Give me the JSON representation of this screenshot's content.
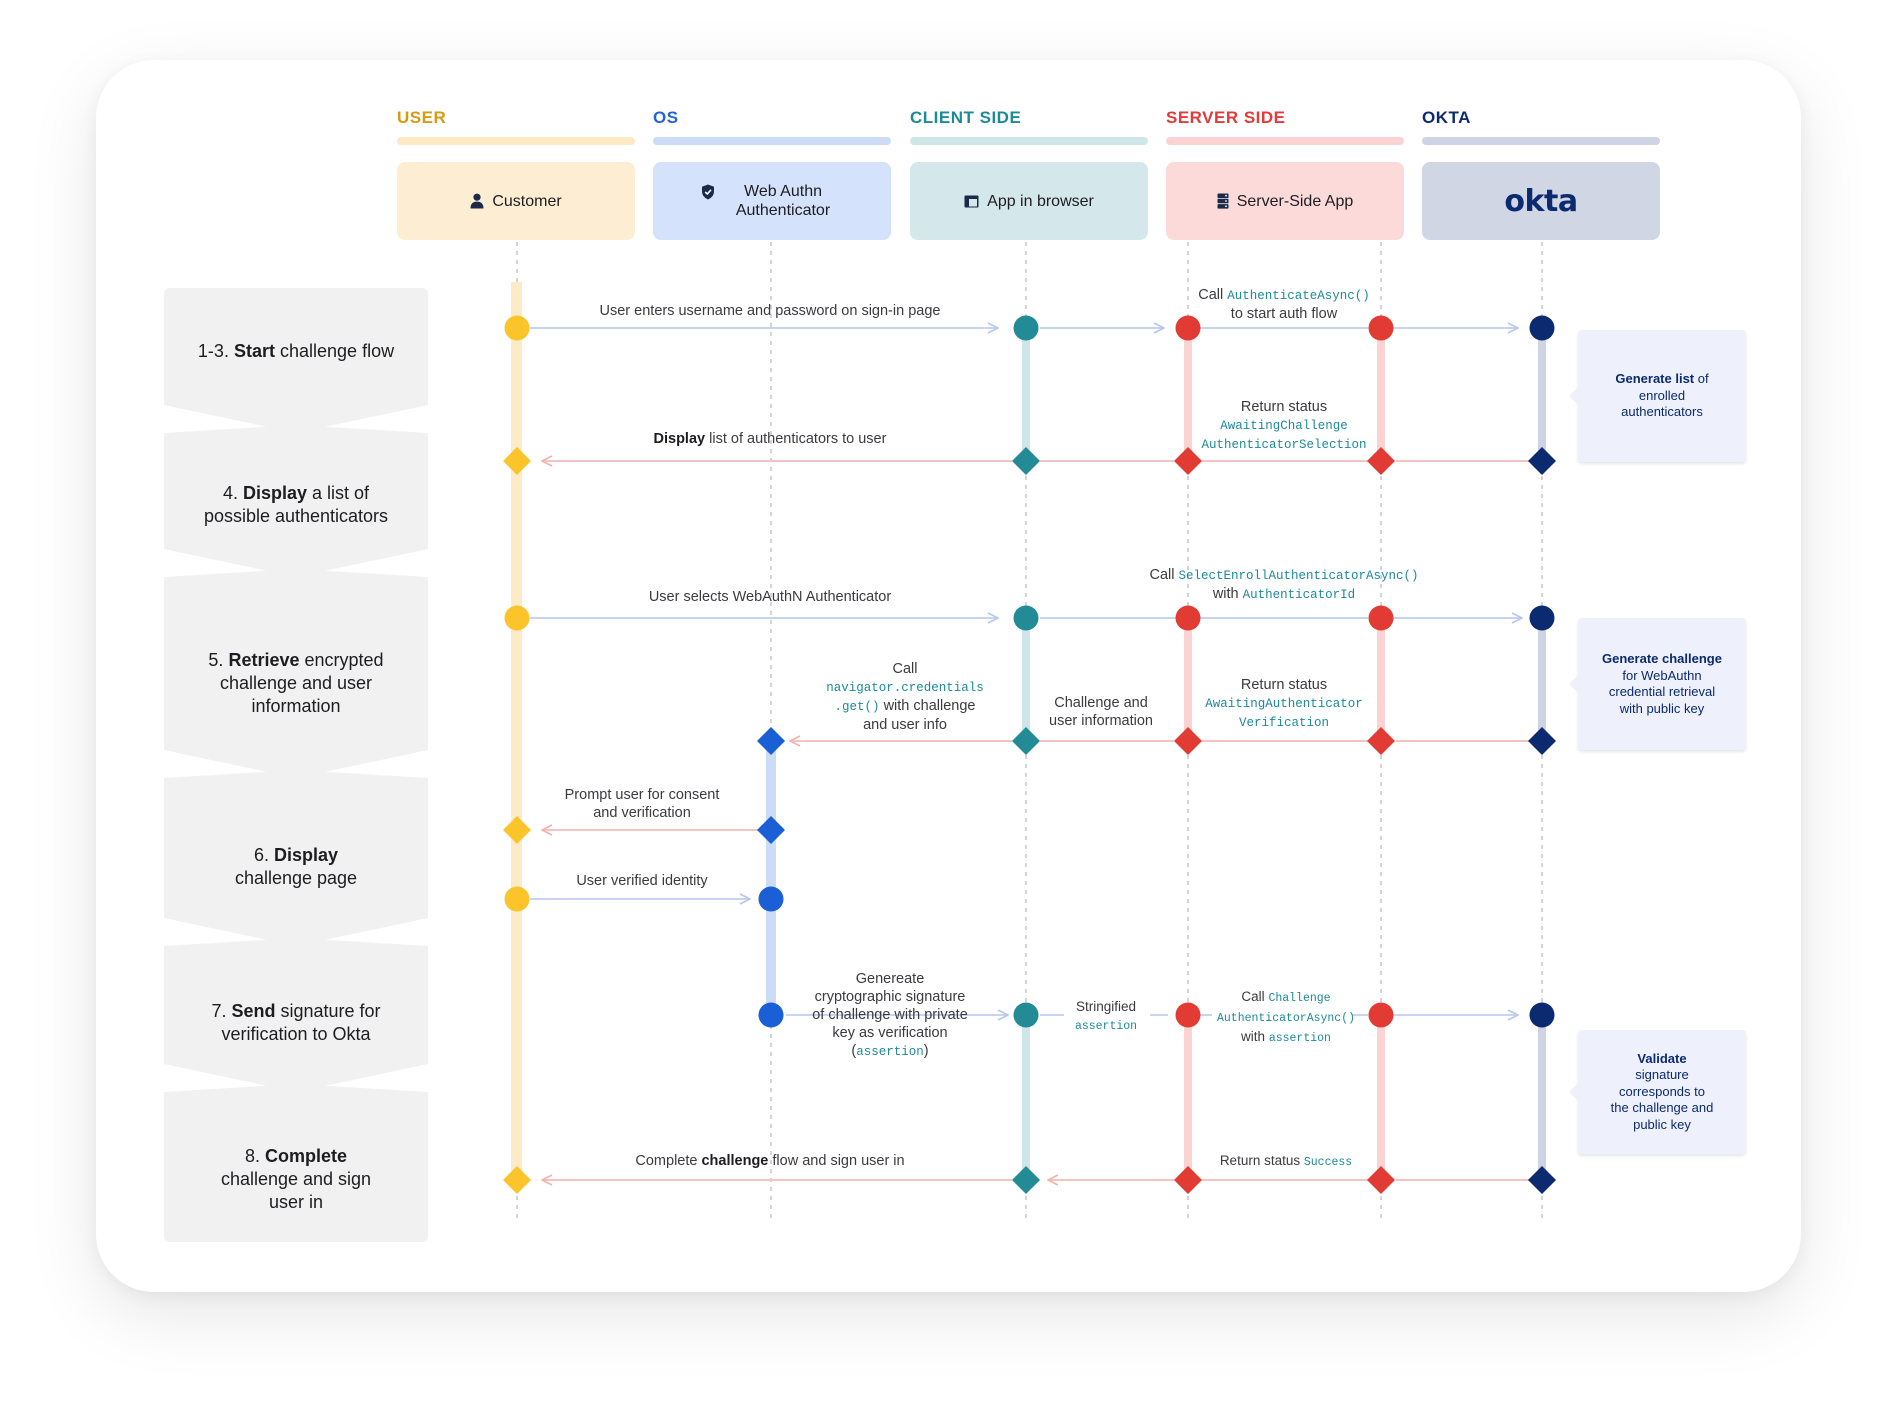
{
  "lanes": [
    {
      "title": "USER",
      "actor": "Customer",
      "color": "#d99a12",
      "bar": "#fde9c4",
      "box": "#fdeed3",
      "icon": "person-icon"
    },
    {
      "title": "OS",
      "actor": "Web Authn Authenticator",
      "color": "#2563d9",
      "bar": "#cddcf6",
      "box": "#d4e2fb",
      "icon": "shield-check-icon"
    },
    {
      "title": "CLIENT SIDE",
      "actor": "App in browser",
      "color": "#1c8a99",
      "bar": "#cfe6e8",
      "box": "#d4e7ea",
      "icon": "browser-window-icon"
    },
    {
      "title": "SERVER SIDE",
      "actor": "Server-Side App",
      "color": "#e23b3b",
      "bar": "#fbd3d3",
      "box": "#fcdada",
      "icon": "server-icon"
    },
    {
      "title": "OKTA",
      "actor": "okta",
      "color": "#0b2a6f",
      "bar": "#cfd4e4",
      "box": "#d0d6e3",
      "icon": "okta-logo"
    }
  ],
  "steps": [
    {
      "num": "1-3.",
      "bold": "Start",
      "rest": "challenge flow"
    },
    {
      "num": "4.",
      "bold": "Display",
      "rest": "a list of possible authenticators"
    },
    {
      "num": "5.",
      "bold": "Retrieve",
      "rest": "encrypted challenge and user information"
    },
    {
      "num": "6.",
      "bold": "Display",
      "rest": "challenge page"
    },
    {
      "num": "7.",
      "bold": "Send",
      "rest": "signature for verification to Okta"
    },
    {
      "num": "8.",
      "bold": "Complete",
      "rest": "challenge and sign user in"
    }
  ],
  "messages": {
    "m1": "User enters username and password on sign-in page",
    "m2_pre": "Call",
    "m2_code": "AuthenticateAsync()",
    "m2_post": "to start auth flow",
    "m3_pre": "Return status",
    "m3_code1": "AwaitingChallenge",
    "m3_code2": "AuthenticatorSelection",
    "m4_bold": "Display",
    "m4_rest": "list of authenticators to user",
    "m5": "User selects WebAuthN Authenticator",
    "m6_pre": "Call",
    "m6_code": "SelectEnrollAuthenticatorAsync()",
    "m6_with": "with",
    "m6_code2": "AuthenticatorId",
    "m7_pre": "Call",
    "m7_code1": "navigator.credentials",
    "m7_code2": ".get()",
    "m7_post1": "with challenge",
    "m7_post2": "and user info",
    "m8_line1": "Challenge and",
    "m8_line2": "user information",
    "m9_pre": "Return status",
    "m9_code1": "AwaitingAuthenticator",
    "m9_code2": "Verification",
    "m10_line1": "Prompt user for consent",
    "m10_line2": "and verification",
    "m11": "User verified identity",
    "m12_l1": "Genereate",
    "m12_l2": "cryptographic signature",
    "m12_l3": "of challenge with private",
    "m12_l4": "key as verification",
    "m12_code": "assertion",
    "m13_l1": "Stringified",
    "m13_code": "assertion",
    "m14_pre": "Call",
    "m14_code1": "Challenge",
    "m14_code2": "AuthenticatorAsync()",
    "m14_with": "with",
    "m14_code3": "assertion",
    "m15_pre": "Return status",
    "m15_code": "Success",
    "m16_pre": "Complete",
    "m16_bold": "challenge",
    "m16_post": "flow and sign user in"
  },
  "notes": {
    "n1_bold": "Generate list",
    "n1_rest1": "of",
    "n1_rest2": "enrolled",
    "n1_rest3": "authenticators",
    "n2_bold": "Generate challenge",
    "n2_rest1": "for WebAuthn",
    "n2_rest2": "credential retrieval",
    "n2_rest3": "with public key",
    "n3_bold": "Validate",
    "n3_rest1": "signature",
    "n3_rest2": "corresponds to",
    "n3_rest3": "the challenge and",
    "n3_rest4": "public key"
  }
}
